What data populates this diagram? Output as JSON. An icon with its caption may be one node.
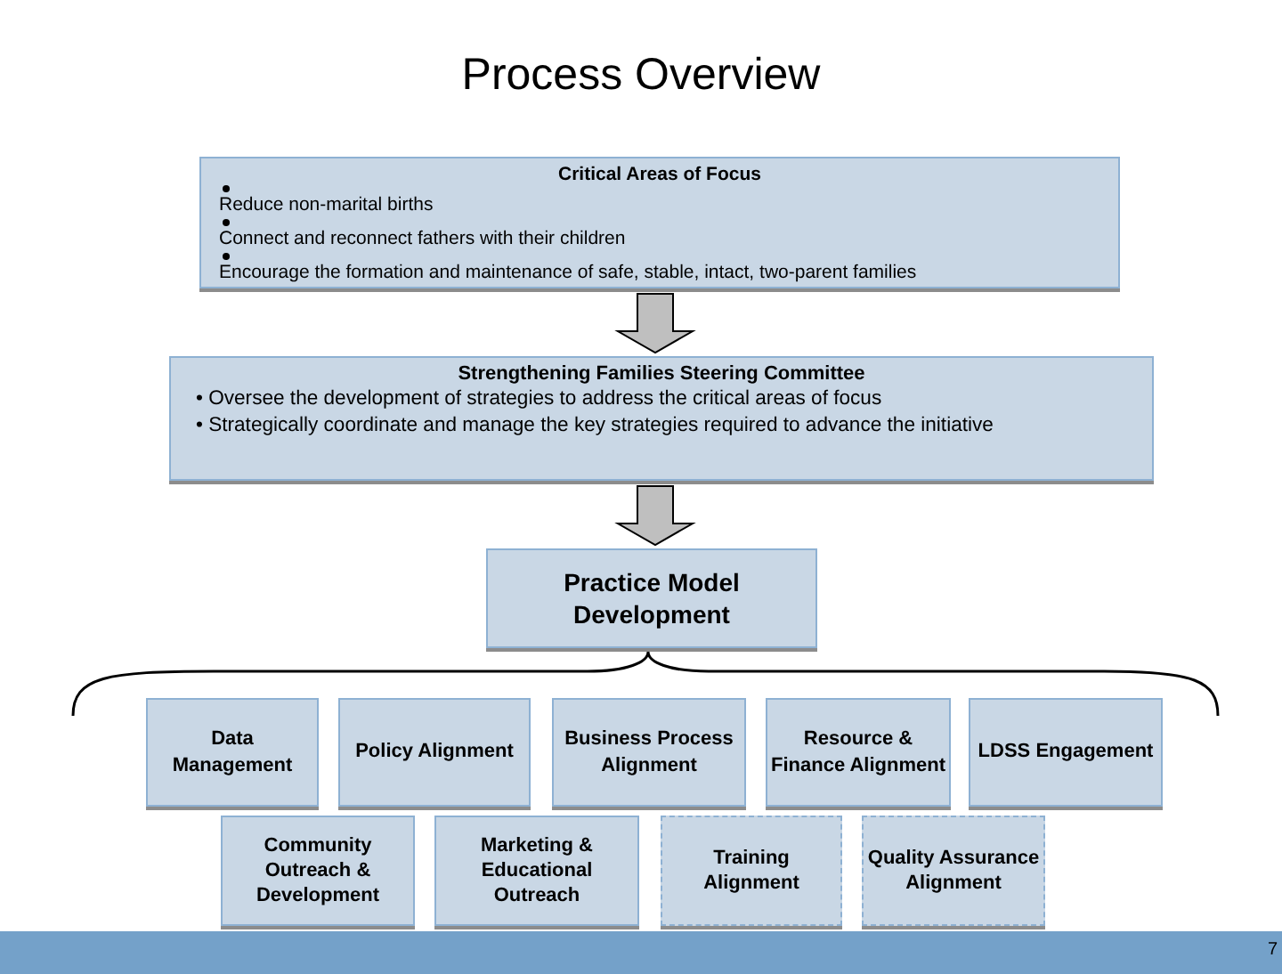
{
  "diagram": {
    "title": "Process Overview",
    "nodes": [
      {
        "text": [
          "Critical Areas of Focus",
          "Reduce non-marital births",
          "Connect and reconnect fathers with their children",
          "Encourage the formation and maintenance of safe, stable, intact, two-parent families"
        ]
      },
      {
        "text": [
          "Strengthening Families Steering Committee",
          "• Oversee the development of strategies to address the critical areas of focus",
          "• Strategically coordinate and manage the key strategies required to advance the initiative"
        ]
      },
      {
        "text": [
          "Practice Model Development"
        ]
      },
      {
        "text": [
          "Data Management"
        ]
      },
      {
        "text": [
          "Policy Alignment"
        ]
      },
      {
        "text": [
          "Business Process Alignment"
        ]
      },
      {
        "text": [
          "Resource & Finance Alignment"
        ]
      },
      {
        "text": [
          "LDSS Engagement"
        ]
      },
      {
        "text": [
          "Community Outreach & Development"
        ]
      },
      {
        "text": [
          "Marketing & Educational Outreach"
        ]
      },
      {
        "text": [
          "Training Alignment"
        ]
      },
      {
        "text": [
          "Quality Assurance Alignment"
        ]
      }
    ],
    "edges": [
      {
        "from": 0,
        "to": 1,
        "arrow": "to"
      },
      {
        "from": 1,
        "to": 2,
        "arrow": "to"
      }
    ],
    "labels": [
      "7"
    ]
  }
}
